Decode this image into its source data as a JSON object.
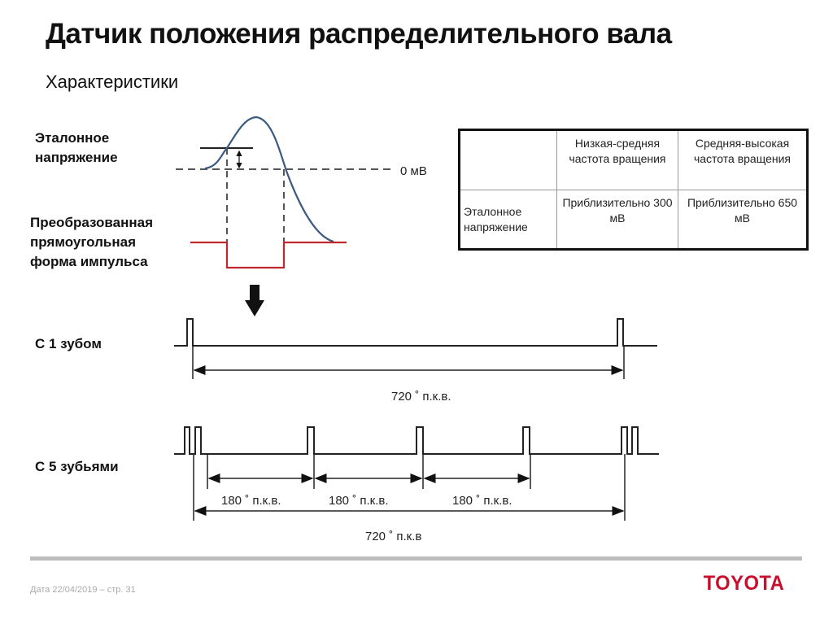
{
  "title": "Датчик положения распределительного вала",
  "subtitle": "Характеристики",
  "labels": {
    "reference_voltage": "Эталонное напряжение",
    "converted_pulse": "Преобразованная прямоугольная форма импульса",
    "one_tooth": "С 1 зубом",
    "five_teeth": "С 5 зубьями",
    "zero_mv": "0 мВ"
  },
  "table": {
    "headers": [
      "",
      "Низкая-средняя частота вращения",
      "Средняя-высокая частота вращения"
    ],
    "rows": [
      [
        "Эталонное напряжение",
        "Приблизительно 300 мВ",
        "Приблизительно 650 мВ"
      ]
    ]
  },
  "dims": {
    "one_tooth_span": "720 ˚  п.к.в.",
    "five_180_a": "180 ˚  п.к.в.",
    "five_180_b": "180 ˚  п.к.в.",
    "five_180_c": "180 ˚  п.к.в.",
    "five_total": "720 ˚  п.к.в"
  },
  "footer": {
    "date": "Дата 22/04/2019 – стр.  31",
    "logo": "TOYOTA"
  },
  "colors": {
    "curve": "#3a5a80",
    "pulse": "#c0282d",
    "logo": "#c8102e"
  }
}
